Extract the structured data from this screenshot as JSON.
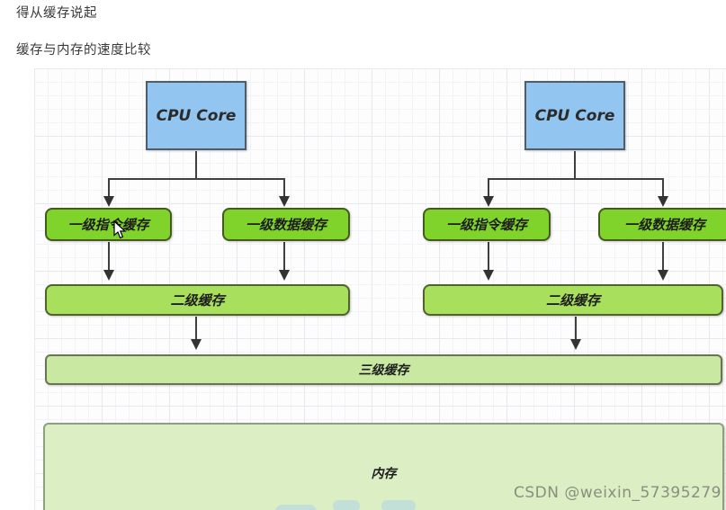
{
  "header": {
    "title": "得从缓存说起",
    "subtitle": "缓存与内存的速度比较"
  },
  "diagram": {
    "left_group": {
      "cpu": "CPU Core",
      "l1_instruction": "一级指令缓存",
      "l1_data": "一级数据缓存",
      "l2": "二级缓存"
    },
    "right_group": {
      "cpu": "CPU Core",
      "l1_instruction": "一级指令缓存",
      "l1_data": "一级数据缓存",
      "l2": "二级缓存"
    },
    "l3": "三级缓存",
    "memory": "内存"
  },
  "watermark": "CSDN @weixin_57395279",
  "colors": {
    "cpu_fill": "#92c5f0",
    "l1_fill": "#7fd32a",
    "l2_fill": "#a8df5c",
    "l3_fill": "#c9e8a2",
    "memory_fill": "#dcefc4",
    "arrow": "#3f3f3f"
  }
}
